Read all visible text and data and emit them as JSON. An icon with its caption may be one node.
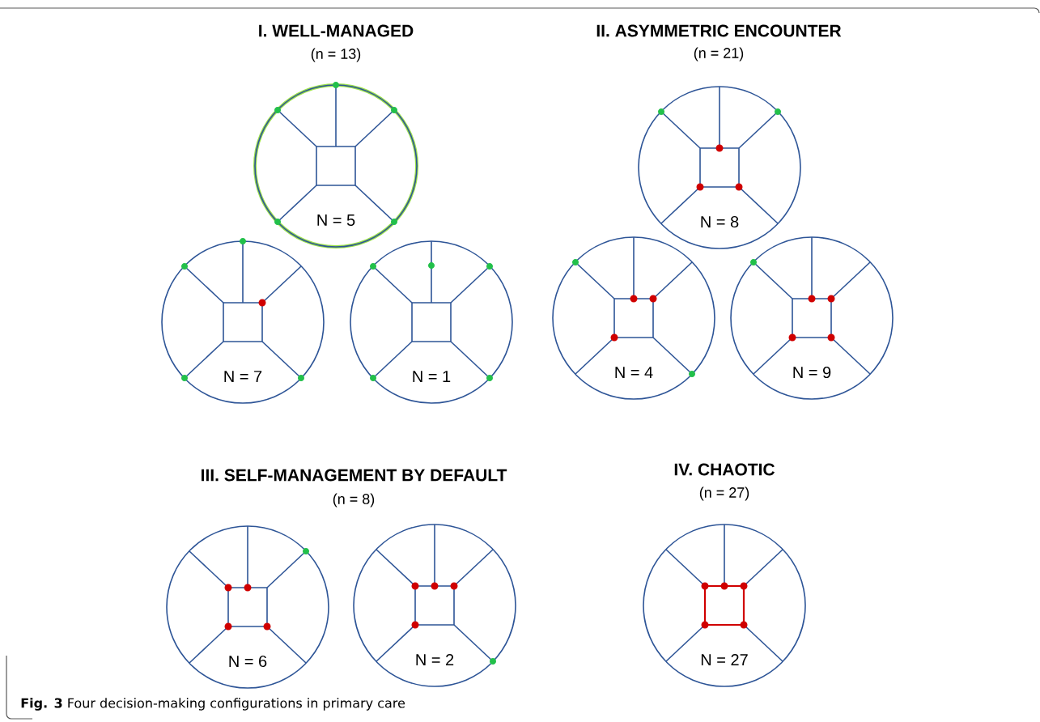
{
  "diagram": {
    "caption": "**Fig. 3** Four decision-making configurations in primary care",
    "nodes": [
      {
        "text": [
          "N = 5"
        ]
      },
      {
        "text": [
          "N = 7"
        ]
      },
      {
        "text": [
          "N = 1"
        ]
      },
      {
        "text": [
          "N = 8"
        ]
      },
      {
        "text": [
          "N = 4"
        ]
      },
      {
        "text": [
          "N = 9"
        ]
      },
      {
        "text": [
          "N = 6"
        ]
      },
      {
        "text": [
          "N = 2"
        ]
      },
      {
        "text": [
          "N = 27"
        ]
      }
    ],
    "labels": [
      "I.  WELL-MANAGED",
      "(n = 13)",
      "II. ASYMMETRIC ENCOUNTER",
      "(n = 21)",
      "III. SELF-MANAGEMENT BY DEFAULT",
      "(n = 8)",
      "IV. CHAOTIC",
      "(n = 27)"
    ]
  }
}
